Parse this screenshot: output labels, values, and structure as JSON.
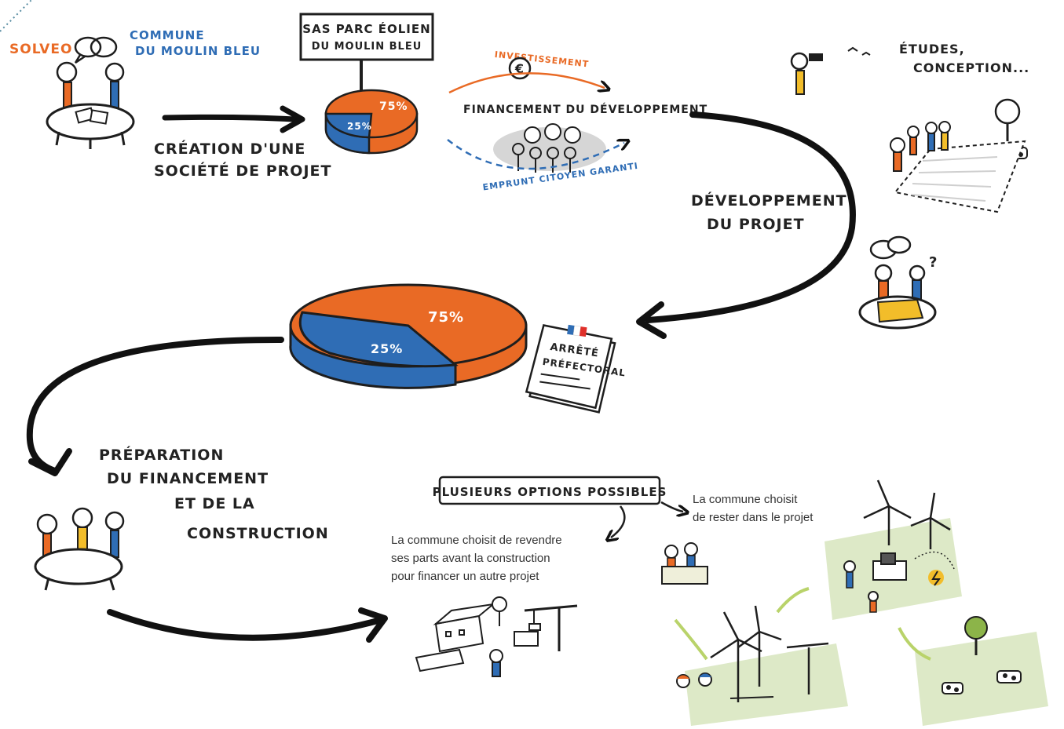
{
  "colors": {
    "orange": "#E96A25",
    "blue": "#2F6DB5",
    "ink": "#1e1e1e",
    "green_field": "#DDE9C7",
    "yellow": "#F2BD2A",
    "grey": "#D6D6D6"
  },
  "actors": {
    "solveo": "SOLVEO",
    "commune_line1": "COMMUNE",
    "commune_line2": "DU MOULIN BLEU"
  },
  "company": {
    "sign_line1": "SAS PARC ÉOLIEN",
    "sign_line2": "DU MOULIN BLEU"
  },
  "shares": {
    "solveo_pct": 75,
    "commune_pct": 25,
    "small_label_big": "75%",
    "small_label_small": "25%",
    "large_label_big": "75%",
    "large_label_small": "25%"
  },
  "steps": {
    "creation_line1": "CRÉATION D'UNE",
    "creation_line2": "SOCIÉTÉ DE PROJET",
    "financing_title": "FINANCEMENT DU DÉVELOPPEMENT",
    "investment": "INVESTISSEMENT",
    "citizen_loan": "EMPRUNT CITOYEN GARANTI",
    "development_line1": "DÉVELOPPEMENT",
    "development_line2": "DU PROJET",
    "studies_line1": "ÉTUDES,",
    "studies_line2": "CONCEPTION...",
    "prep_line1": "PRÉPARATION",
    "prep_line2": "DU FINANCEMENT",
    "prep_line3": "ET DE LA",
    "prep_line4": "CONSTRUCTION"
  },
  "document": {
    "line1": "ARRÊTÉ",
    "line2": "PRÉFECTORAL"
  },
  "options": {
    "title": "PLUSIEURS OPTIONS POSSIBLES",
    "stay_line1": "La commune choisit",
    "stay_line2": "de rester dans le projet",
    "sell_line1": "La commune choisit de revendre",
    "sell_line2": "ses parts avant la construction",
    "sell_line3": "pour financer un autre projet"
  },
  "icons": [
    "speech-bubbles-icon",
    "euro-coin-icon",
    "binoculars-icon",
    "tree-icon",
    "cow-icon",
    "wind-turbine-icon",
    "crane-icon",
    "building-icon",
    "lightning-icon",
    "french-flag-icon"
  ]
}
